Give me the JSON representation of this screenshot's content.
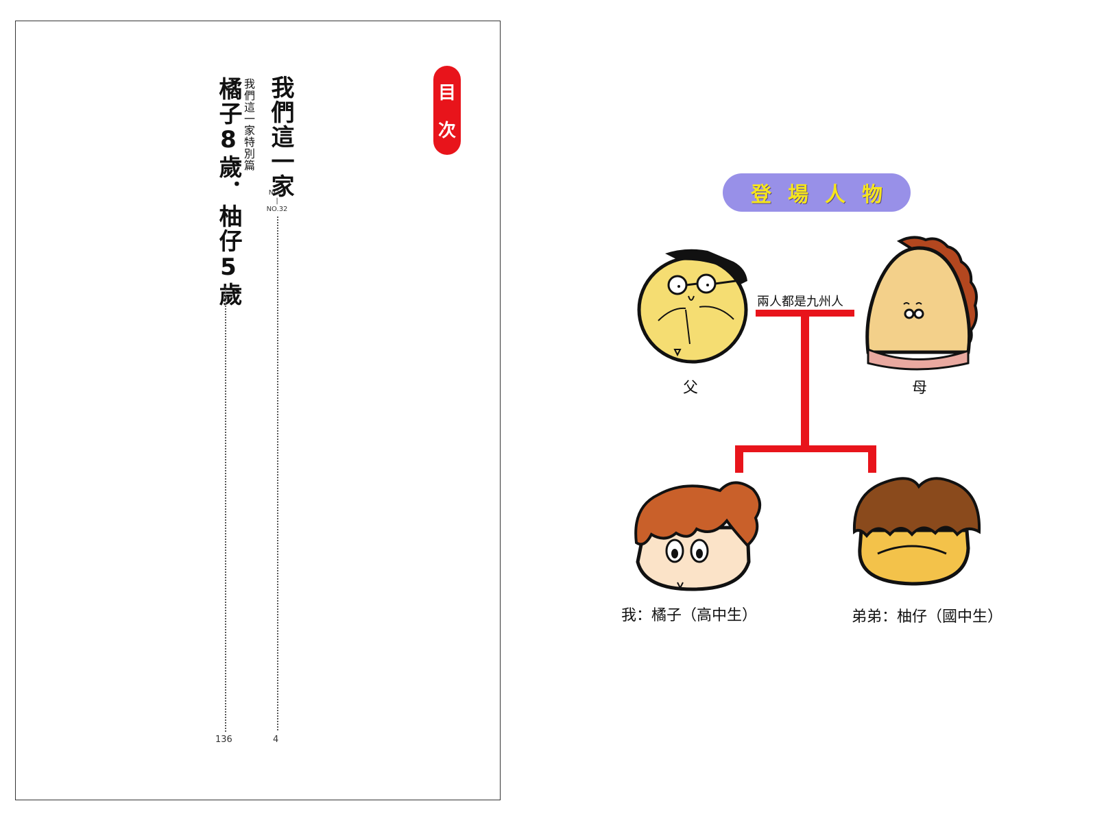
{
  "toc": {
    "badge": [
      "目",
      "次"
    ],
    "entry1": {
      "title": "我們這一家",
      "range_start": "NO.1",
      "range_sep": "|",
      "range_end": "NO.32",
      "page": "4"
    },
    "entry2": {
      "subtitle": "我們這一家特別篇",
      "title": "橘子8歲．柚仔5歲",
      "page": "136"
    }
  },
  "cast": {
    "banner": "登場人物",
    "note": "兩人都是九州人",
    "father": "父",
    "mother": "母",
    "me": "我：橘子（高中生）",
    "brother": "弟弟：柚仔（國中生）"
  },
  "colors": {
    "accent_red": "#e8141b",
    "banner_purple": "#9890e8",
    "banner_text": "#f5e51c"
  }
}
